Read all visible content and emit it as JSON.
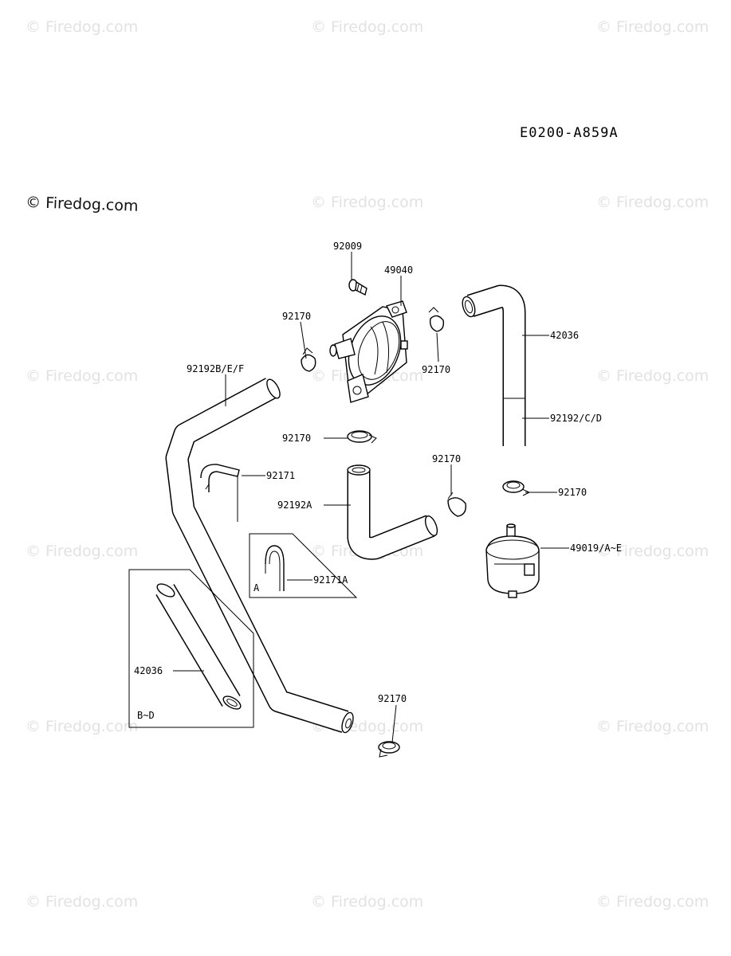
{
  "diagram_code": "E0200-A859A",
  "watermark_text": "© Firedog.com",
  "box_labels": {
    "inset_a": "A",
    "inset_bd": "B~D"
  },
  "parts": {
    "bolt": "92009",
    "fuel_pump": "49040",
    "clamp_pump_left": "92170",
    "clamp_pump_right": "92170",
    "hose_right_top": "42036",
    "hose_left_long": "92192B/E/F",
    "hose_right_lower": "92192/C/D",
    "clamp_pump_bottom": "92170",
    "clamp_mid": "92170",
    "clamp_filter_top": "92170",
    "clip": "92171",
    "hose_mid": "92192A",
    "fuel_filter": "49019/A~E",
    "clip_inset": "92171A",
    "hose_inset": "42036",
    "clamp_bottom": "92170"
  }
}
